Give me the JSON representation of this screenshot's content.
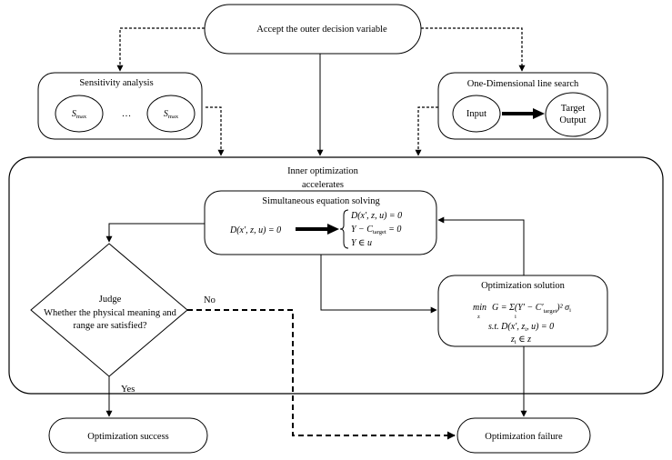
{
  "nodes": {
    "accept": "Accept the outer decision variable",
    "sensitivity": {
      "title": "Sensitivity analysis",
      "left_base": "S",
      "left_sub": "max",
      "ellipsis": "…",
      "right_base": "S",
      "right_sub": "max"
    },
    "line_search": {
      "title": "One-Dimensional line search",
      "input": "Input",
      "target_line1": "Target",
      "target_line2": "Output"
    },
    "inner": {
      "title_line1": "Inner optimization",
      "title_line2": "accelerates"
    },
    "sim_eq": {
      "title": "Simultaneous equation solving",
      "lhs": "D(x′, z, u) = 0",
      "rhs_line1": "D(x′, z, u) = 0",
      "rhs_line2_pre": "Y − C",
      "rhs_line2_sub": "target",
      "rhs_line2_post": " = 0",
      "rhs_line3": "Y ∈ u"
    },
    "judge": {
      "line1": "Judge",
      "line2": "Whether the physical meaning and",
      "line3": "range are satisfied?"
    },
    "opt_solution": {
      "title": "Optimization solution",
      "obj_min": "min",
      "obj_min_sub": "z",
      "obj_body": "G = Σ(Y′ − C′",
      "obj_sub": "target",
      "obj_tail": ")² σ",
      "obj_sum_sub": "i",
      "obj_tail_sub": "i",
      "st": "s.t.  D(x′, z",
      "st_sub": "i",
      "st_tail": ", u) = 0",
      "dom_pre": "z",
      "dom_sub": "i",
      "dom_post": " ∈ z"
    },
    "success": "Optimization success",
    "failure": "Optimization failure"
  },
  "edge_labels": {
    "no": "No",
    "yes": "Yes"
  },
  "colors": {
    "stroke": "#000000",
    "background": "#ffffff"
  }
}
